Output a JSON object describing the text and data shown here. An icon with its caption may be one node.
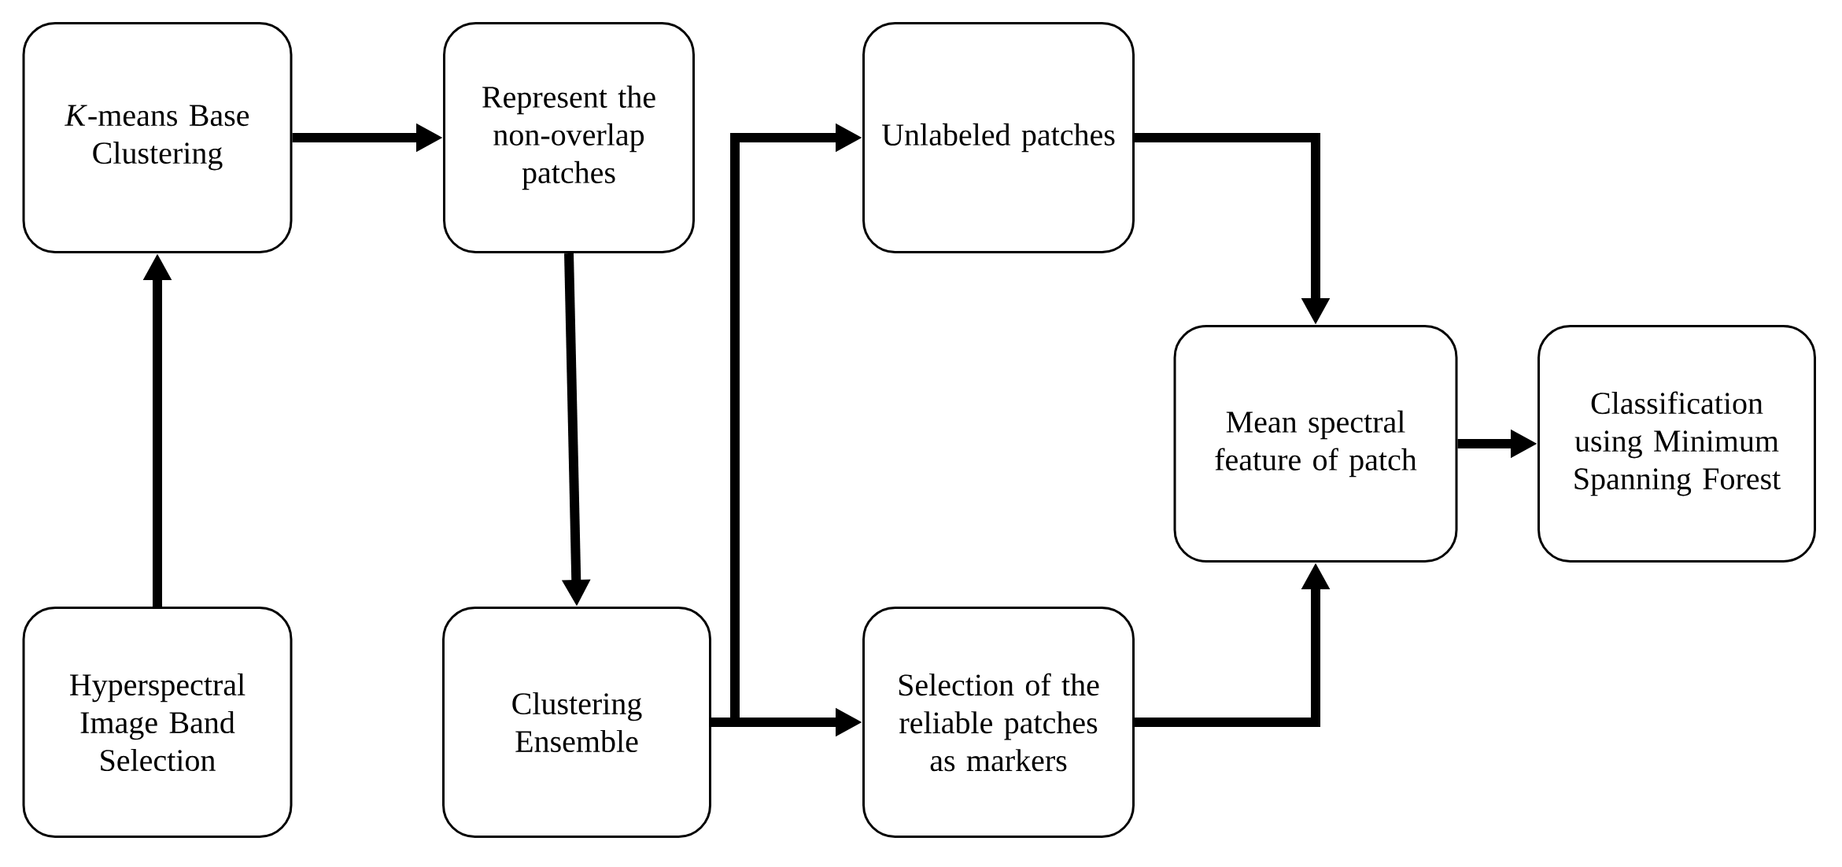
{
  "diagram": {
    "nodes": [
      {
        "text": [
          "*K*-means Base Clustering"
        ]
      },
      {
        "text": [
          "Represent the non-overlap patches"
        ]
      },
      {
        "text": [
          "Unlabeled patches"
        ]
      },
      {
        "text": [
          "Hyperspectral Image Band Selection"
        ]
      },
      {
        "text": [
          "Clustering Ensemble"
        ]
      },
      {
        "text": [
          "Selection of the reliable patches as markers"
        ]
      },
      {
        "text": [
          "Mean spectral feature of patch"
        ]
      },
      {
        "text": [
          "Classification using Minimum Spanning Forest"
        ]
      }
    ],
    "edges": [
      {
        "from": 3,
        "to": 0,
        "arrow": "to"
      },
      {
        "from": 0,
        "to": 1,
        "arrow": "to"
      },
      {
        "from": 1,
        "to": 4,
        "arrow": "to"
      },
      {
        "from": 4,
        "to": 2,
        "arrow": "to"
      },
      {
        "from": 4,
        "to": 5,
        "arrow": "to"
      },
      {
        "from": 2,
        "to": 6,
        "arrow": "to"
      },
      {
        "from": 5,
        "to": 6,
        "arrow": "to"
      },
      {
        "from": 6,
        "to": 7,
        "arrow": "to"
      }
    ]
  }
}
